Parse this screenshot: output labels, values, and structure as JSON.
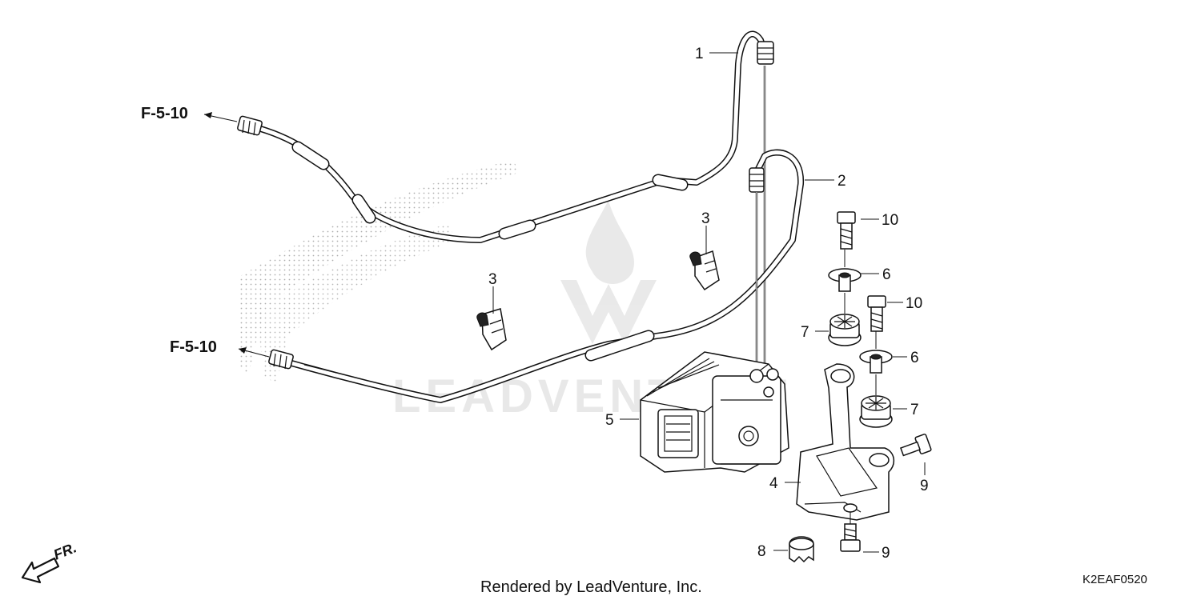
{
  "diagram": {
    "callouts": [
      {
        "label": "1"
      },
      {
        "label": "2"
      },
      {
        "label": "3"
      },
      {
        "label": "3"
      },
      {
        "label": "4"
      },
      {
        "label": "5"
      },
      {
        "label": "6"
      },
      {
        "label": "6"
      },
      {
        "label": "7"
      },
      {
        "label": "7"
      },
      {
        "label": "8"
      },
      {
        "label": "9"
      },
      {
        "label": "9"
      },
      {
        "label": "10"
      },
      {
        "label": "10"
      }
    ],
    "references": [
      {
        "label": "F-5-10"
      },
      {
        "label": "F-5-10"
      }
    ],
    "direction_label": "FR.",
    "footer": "Rendered by LeadVenture, Inc.",
    "diagram_code": "K2EAF0520",
    "watermark": "LEADVENTURE"
  }
}
